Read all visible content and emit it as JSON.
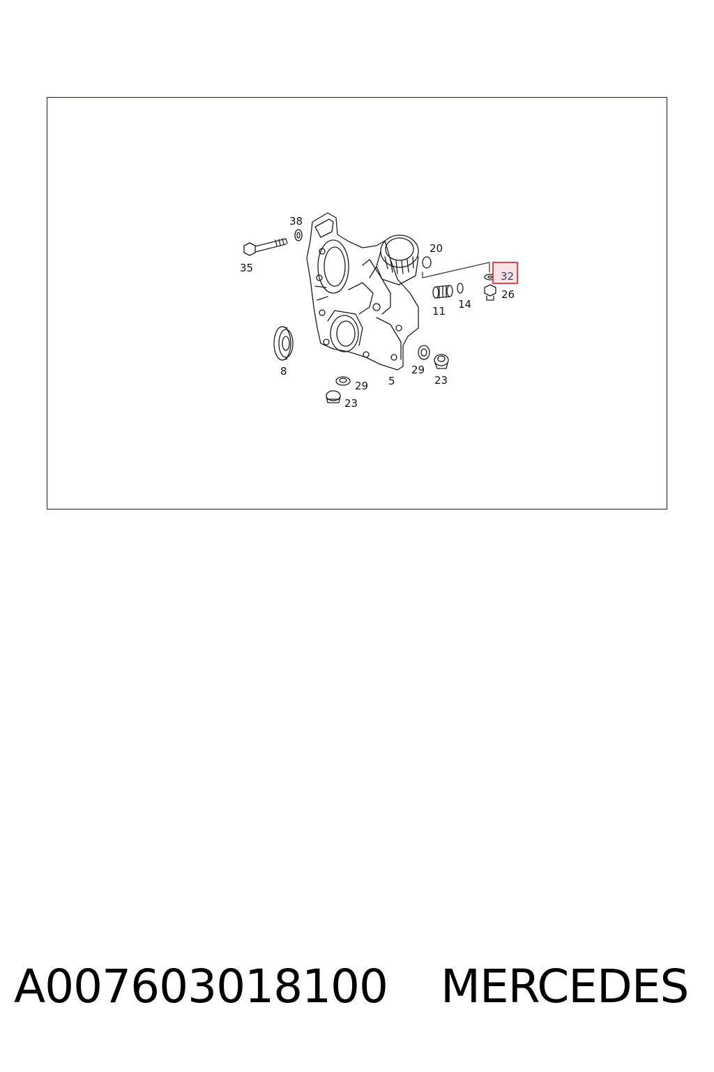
{
  "diagram": {
    "callouts": [
      {
        "id": "38",
        "label": "38"
      },
      {
        "id": "35",
        "label": "35"
      },
      {
        "id": "20",
        "label": "20"
      },
      {
        "id": "32",
        "label": "32",
        "highlighted": true
      },
      {
        "id": "26",
        "label": "26"
      },
      {
        "id": "11",
        "label": "11"
      },
      {
        "id": "14",
        "label": "14"
      },
      {
        "id": "8",
        "label": "8"
      },
      {
        "id": "29a",
        "label": "29"
      },
      {
        "id": "23a",
        "label": "23"
      },
      {
        "id": "5",
        "label": "5"
      },
      {
        "id": "29b",
        "label": "29"
      },
      {
        "id": "23b",
        "label": "23"
      }
    ],
    "highlight_color": "#e0323c",
    "highlight_fill": "#fbe3e6"
  },
  "footer": {
    "part_number": "A007603018100",
    "brand": "MERCEDES"
  }
}
